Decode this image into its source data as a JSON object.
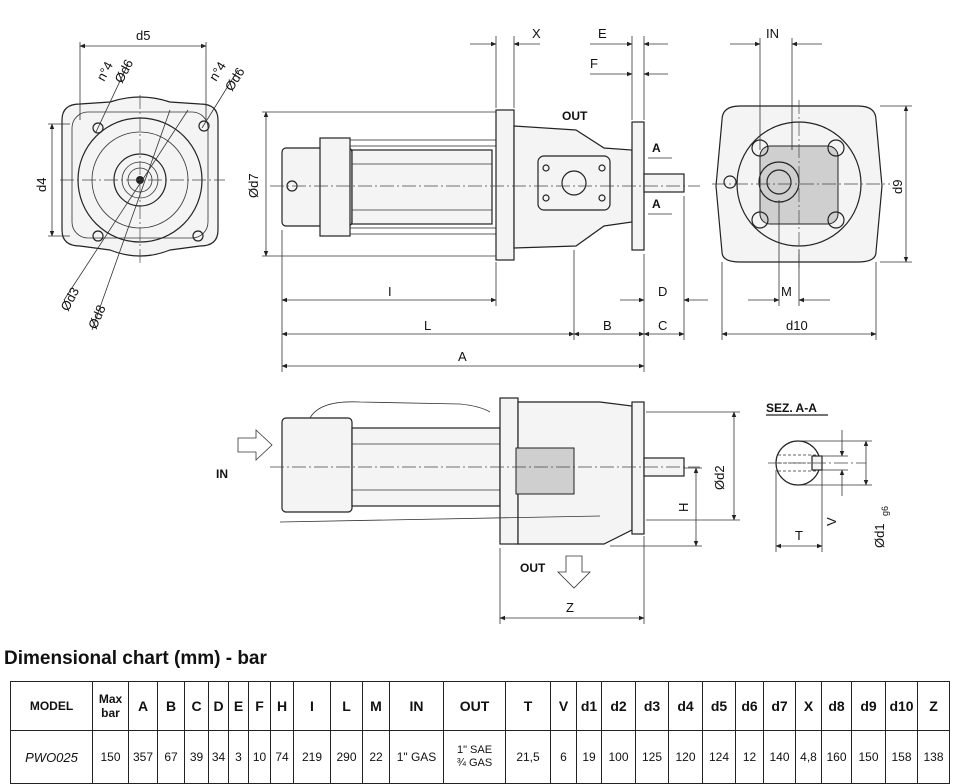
{
  "drawing": {
    "labels": {
      "d5": "d5",
      "n4_left": "n°4",
      "d6_left": "Ød6",
      "n4_right": "n°4",
      "d6_right": "Ød6",
      "d4": "d4",
      "d3": "Ød3",
      "d8": "Ød8",
      "d7": "Ød7",
      "X": "X",
      "E": "E",
      "F": "F",
      "OUT_top": "OUT",
      "A_upper": "A",
      "A_lower": "A",
      "IN_dim": "IN",
      "d9": "d9",
      "M": "M",
      "d10": "d10",
      "I": "I",
      "L": "L",
      "A_total": "A",
      "B": "B",
      "C": "C",
      "D": "D",
      "IN_side": "IN",
      "OUT_side": "OUT",
      "d2": "Ød2",
      "H": "H",
      "Z": "Z",
      "sez": "SEZ. A-A",
      "T": "T",
      "V": "V",
      "d1": "Ød1",
      "d1_sub": "g6"
    }
  },
  "chart": {
    "title": "Dimensional chart (mm) - bar",
    "headers": [
      "MODEL",
      "Max bar",
      "A",
      "B",
      "C",
      "D",
      "E",
      "F",
      "H",
      "I",
      "L",
      "M",
      "IN",
      "OUT",
      "T",
      "V",
      "d1",
      "d2",
      "d3",
      "d4",
      "d5",
      "d6",
      "d7",
      "X",
      "d8",
      "d9",
      "d10",
      "Z"
    ],
    "row": {
      "model": "PWO025",
      "max_bar": "150",
      "A": "357",
      "B": "67",
      "C": "39",
      "D": "34",
      "E": "3",
      "F": "10",
      "H": "74",
      "I": "219",
      "L": "290",
      "M": "22",
      "IN": "1\" GAS",
      "OUT_1": "1\" SAE",
      "OUT_2": "¾ GAS",
      "T": "21,5",
      "V": "6",
      "d1": "19",
      "d2": "100",
      "d3": "125",
      "d4": "120",
      "d5": "124",
      "d6": "12",
      "d7": "140",
      "X": "4,8",
      "d8": "160",
      "d9": "150",
      "d10": "158",
      "Z": "138"
    }
  }
}
